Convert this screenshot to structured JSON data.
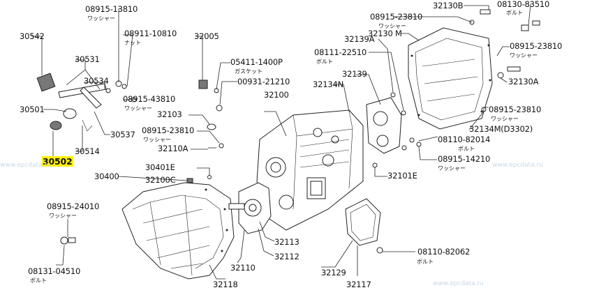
{
  "watermark": "www.epcdata.ru",
  "callouts": [
    {
      "id": "p30542",
      "text": "30542"
    },
    {
      "id": "p30531",
      "text": "30531"
    },
    {
      "id": "p30534",
      "text": "30534"
    },
    {
      "id": "p30501",
      "text": "30501"
    },
    {
      "id": "p30537",
      "text": "30537"
    },
    {
      "id": "p30514",
      "text": "30514"
    },
    {
      "id": "p30502",
      "text": "30502"
    },
    {
      "id": "p08915_13810",
      "text": "08915-13810"
    },
    {
      "id": "p08911_10810",
      "text": "08911-10810"
    },
    {
      "id": "p08915_43810",
      "text": "08915-43810"
    },
    {
      "id": "p32005",
      "text": "32005"
    },
    {
      "id": "p05411",
      "text": "05411-1400P"
    },
    {
      "id": "p00931",
      "text": "00931-21210"
    },
    {
      "id": "p32103",
      "text": "32103"
    },
    {
      "id": "p08915_23810a",
      "text": "08915-23810"
    },
    {
      "id": "p32110A",
      "text": "32110A"
    },
    {
      "id": "p32100",
      "text": "32100"
    },
    {
      "id": "p30400",
      "text": "30400"
    },
    {
      "id": "p30401E",
      "text": "30401E"
    },
    {
      "id": "p32100C",
      "text": "32100C"
    },
    {
      "id": "p08915_24010",
      "text": "08915-24010"
    },
    {
      "id": "p08131",
      "text": "08131-04510"
    },
    {
      "id": "p32118",
      "text": "32118"
    },
    {
      "id": "p32110",
      "text": "32110"
    },
    {
      "id": "p32112",
      "text": "32112"
    },
    {
      "id": "p32113",
      "text": "32113"
    },
    {
      "id": "p32129",
      "text": "32129"
    },
    {
      "id": "p32117",
      "text": "32117"
    },
    {
      "id": "p08110_82062",
      "text": "08110-82062"
    },
    {
      "id": "p32101E",
      "text": "32101E"
    },
    {
      "id": "p08915_14210",
      "text": "08915-14210"
    },
    {
      "id": "p08110_82014",
      "text": "08110-82014"
    },
    {
      "id": "p32134M",
      "text": "32134M(D3302)"
    },
    {
      "id": "p08915_23810b",
      "text": "08915-23810"
    },
    {
      "id": "p32130A",
      "text": "32130A"
    },
    {
      "id": "p08915_23810c",
      "text": "08915-23810"
    },
    {
      "id": "p32130M",
      "text": "32130 M"
    },
    {
      "id": "p32139A",
      "text": "32139A"
    },
    {
      "id": "p08111",
      "text": "08111-22510"
    },
    {
      "id": "p32139",
      "text": "32139"
    },
    {
      "id": "p32134N",
      "text": "32134N"
    },
    {
      "id": "p08915_23810d",
      "text": "08915-23810"
    },
    {
      "id": "p32130B",
      "text": "32130B"
    },
    {
      "id": "p08130",
      "text": "08130-83510"
    }
  ],
  "sublabels": {
    "washer": "ワッシャー",
    "nut": "ナット",
    "gasket": "ガスケット",
    "bolt": "ボルト"
  },
  "highlight_color": "#ffef0a"
}
